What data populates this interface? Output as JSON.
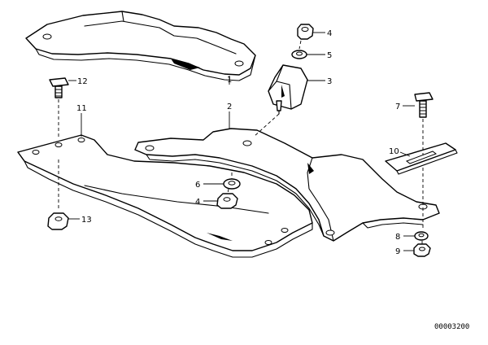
{
  "callouts": {
    "c1": "1",
    "c2": "2",
    "c3": "3",
    "c4a": "4",
    "c5": "5",
    "c4b": "4",
    "c6": "6",
    "c7": "7",
    "c8": "8",
    "c9": "9",
    "c10": "10",
    "c11": "11",
    "c12": "12",
    "c13": "13"
  },
  "document_number": "00003200",
  "colors": {
    "line": "#000000",
    "background": "#ffffff"
  }
}
